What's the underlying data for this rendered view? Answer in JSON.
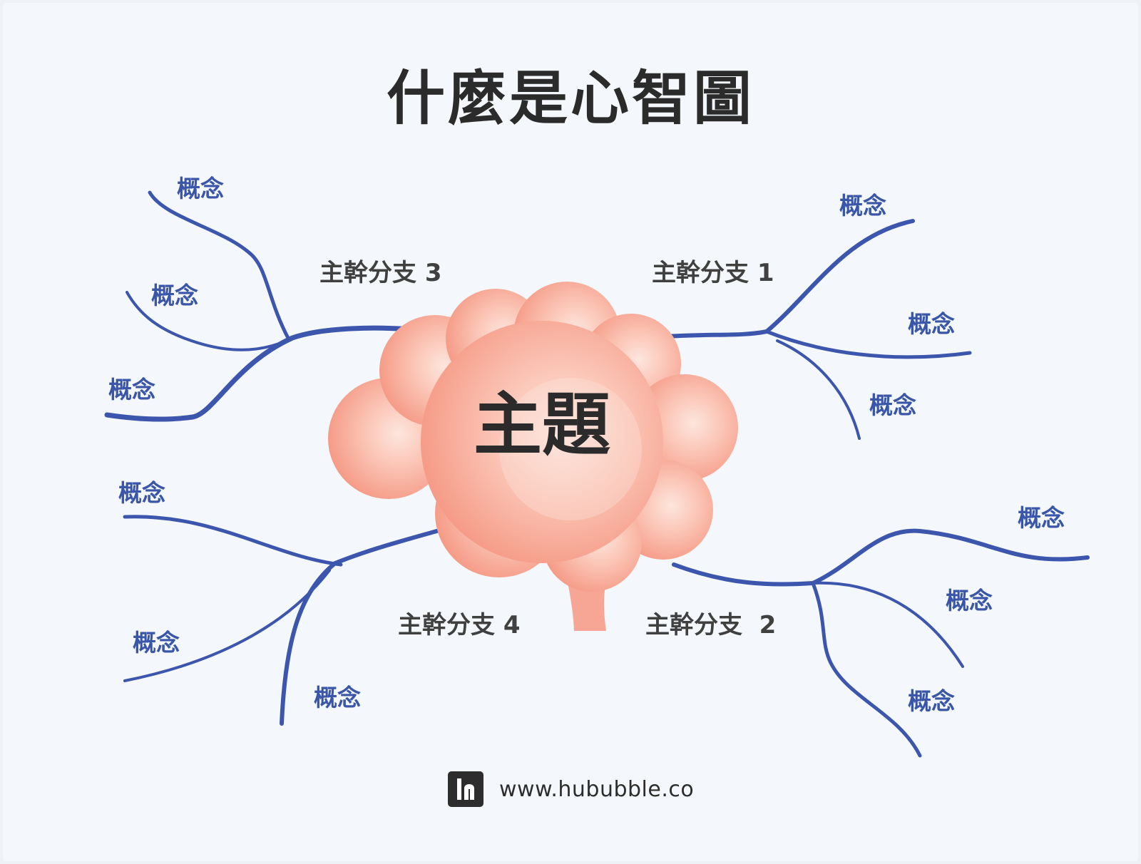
{
  "title": "什麼是心智圖",
  "central_topic": "主題",
  "branches": [
    {
      "label": "主幹分支 1",
      "concepts": [
        "概念",
        "概念",
        "概念"
      ]
    },
    {
      "label": "主幹分支  2",
      "concepts": [
        "概念",
        "概念",
        "概念"
      ]
    },
    {
      "label": "主幹分支 3",
      "concepts": [
        "概念",
        "概念",
        "概念"
      ]
    },
    {
      "label": "主幹分支 4",
      "concepts": [
        "概念",
        "概念",
        "概念"
      ]
    }
  ],
  "footer": {
    "url": "www.hububble.co",
    "logo_icon": "hububble-logo-icon"
  },
  "colors": {
    "background": "#f4f7fb",
    "branch_line": "#3d56ad",
    "concept_text": "#3a56a8",
    "title_text": "#2b2b2b",
    "brain_edge": "#f7a08f",
    "brain_center": "#fde4dc"
  }
}
